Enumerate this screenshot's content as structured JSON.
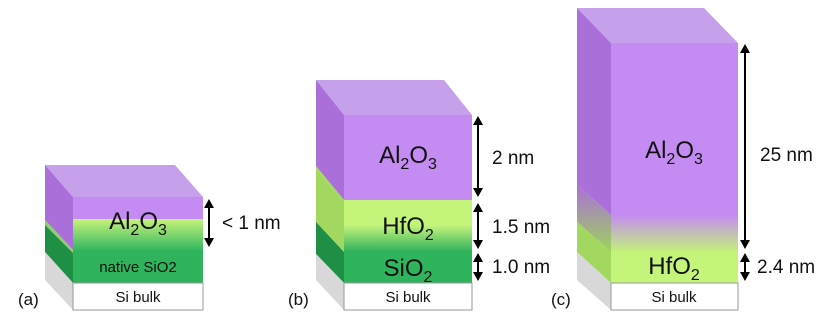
{
  "colors": {
    "purple_front": "#c48cf2",
    "purple_side": "#aa6fd8",
    "purple_top": "#c7a0ec",
    "lime_front": "#c4f57a",
    "lime_side": "#a2d860",
    "darkgreen_front": "#2fb45d",
    "darkgreen_side": "#1f8f46",
    "si_front": "#ffffff",
    "si_side": "#d8d8d8",
    "arrow": "#000000"
  },
  "stacks": [
    {
      "panel_label": "(a)",
      "layers": [
        {
          "chem": "Al",
          "sub1": "2",
          "mid": "O",
          "sub2": "3",
          "text": ""
        },
        {
          "text": "native SiO2"
        },
        {
          "text": "Si bulk"
        }
      ],
      "dims": [
        "< 1 nm"
      ]
    },
    {
      "panel_label": "(b)",
      "layers": [
        {
          "chem": "Al",
          "sub1": "2",
          "mid": "O",
          "sub2": "3",
          "text": ""
        },
        {
          "chem": "HfO",
          "sub1": "2",
          "mid": "",
          "sub2": "",
          "text": ""
        },
        {
          "chem": "SiO",
          "sub1": "2",
          "mid": "",
          "sub2": "",
          "text": ""
        },
        {
          "text": "Si bulk"
        }
      ],
      "dims": [
        "2 nm",
        "1.5 nm",
        "1.0 nm"
      ]
    },
    {
      "panel_label": "(c)",
      "layers": [
        {
          "chem": "Al",
          "sub1": "2",
          "mid": "O",
          "sub2": "3",
          "text": ""
        },
        {
          "chem": "HfO",
          "sub1": "2",
          "mid": "",
          "sub2": "",
          "text": ""
        },
        {
          "text": "Si bulk"
        }
      ],
      "dims": [
        "25 nm",
        "2.4 nm"
      ]
    }
  ]
}
